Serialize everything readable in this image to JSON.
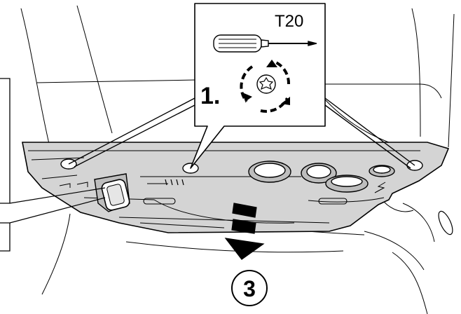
{
  "callout": {
    "tool_label": "T20",
    "step_label": "1."
  },
  "step_badge": {
    "number": "3"
  },
  "tool": {
    "icon": "torx-screwdriver-icon",
    "screw_icon": "torx-screw-icon",
    "rotation_hint_icon": "counterclockwise-arrows-icon"
  },
  "colors": {
    "panel_fill": "#d4d4d4",
    "line": "#000000",
    "background": "#ffffff"
  }
}
